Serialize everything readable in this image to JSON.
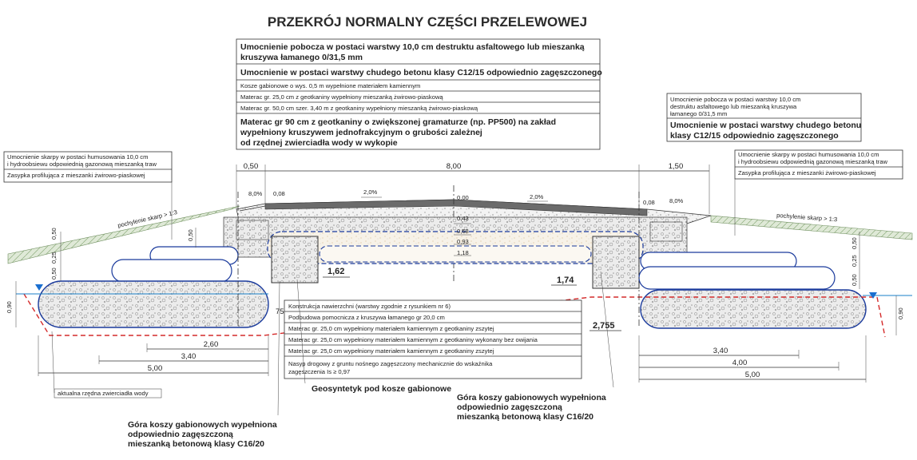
{
  "title": "PRZEKRÓJ NORMALNY CZĘŚCI PRZELEWOWEJ",
  "top_callouts": [
    "Umocnienie pobocza w postaci warstwy 10,0 cm destruktu asfaltowego lub mieszanką",
    "kruszywa łamanego 0/31,5 mm",
    "Umocnienie w postaci warstwy chudego betonu klasy C12/15 odpowiednio zagęszczonego",
    "Kosze gabionowe o wys. 0,5 m wypełnione materiałem kamiennym",
    "Materac gr. 25,0 cm z geotkaniny wypełniony mieszanką żwirowo-piaskową",
    "Materac gr. 50,0 cm szer. 3,40 m z geotkaniny wypełniony mieszanką żwirowo-piaskową",
    "Materac gr 90 cm z geotkaniny o zwiększonej gramaturze (np. PP500) na zakład",
    "wypełniony kruszywem jednofrakcyjnym o grubości zależnej",
    "od rzędnej zwierciadła wody w wykopie"
  ],
  "right_callout": [
    "Umocnienie pobocza w postaci warstwy 10,0 cm",
    "destruktu asfaltowego lub mieszanką kruszywa",
    "łamanego 0/31,5 mm",
    "Umocnienie w postaci warstwy chudego betonu",
    "klasy C12/15 odpowiednio zagęszczonego"
  ],
  "left_slope_callout": [
    "Umocnienie skarpy w postaci humusowania 10,0 cm",
    "i hydroobsiewu odpowiednią gazonową mieszanką traw",
    "Zasypka profilująca z mieszanki żwirowo-piaskowej"
  ],
  "right_slope_callout": [
    "Umocnienie skarpy w postaci humusowania 10,0 cm",
    "i hydroobsiewu odpowiednią gazonową mieszanką traw",
    "Zasypka profilująca z mieszanki żwirowo-piaskowej"
  ],
  "bottom_callouts": [
    "Konstrukcja nawierzchni (warstwy zgodnie z rysunkiem nr 6)",
    "Podbudowa pomocnicza z kruszywa łamanego gr 20,0 cm",
    "Materac gr. 25,0 cm wypełniony materiałem kamiennym z geotkaniny zszytej",
    "Materac gr. 25,0 cm wypełniony materiałem kamiennym z geotkaniny wykonany bez owijania",
    "Materac gr. 25,0 cm wypełniony materiałem kamiennym z geotkaniny zszytej",
    "Nasyp drogowy z gruntu nośnego zagęszczony mechanicznie do wskaźnika",
    "zagęszczenia Is ≥ 0,97"
  ],
  "notes": {
    "geosyntetyk": "Geosyntetyk pod kosze gabionowe",
    "gora_koszy_1": "Góra koszy gabionowych wypełniona",
    "gora_koszy_2": "odpowiednio zagęszczoną",
    "gora_koszy_3": "mieszanką betonową klasy C16/20",
    "zwierciadlo": "aktualna rzędna zwierciadła wody",
    "pochylenie": "pochylenie skarp > 1:3"
  },
  "dimensions": {
    "w_050": "0,50",
    "w_800": "8,00",
    "w_150": "1,50",
    "slope_8": "8,0%",
    "slope_2": "2,0%",
    "d_008": "0,08",
    "d_000": "0,00",
    "l_043": "0,43",
    "l_068": "0,68",
    "l_093": "0,93",
    "l_118": "1,18",
    "h_050": "0,50",
    "h_025": "0,25",
    "h_090": "0,90",
    "e_162": "1,62",
    "e_174": "1,74",
    "e_2755": "2,755",
    "e_750": "75,0",
    "b_260": "2,60",
    "b_340": "3,40",
    "b_500": "5,00",
    "b_400": "4,00"
  }
}
